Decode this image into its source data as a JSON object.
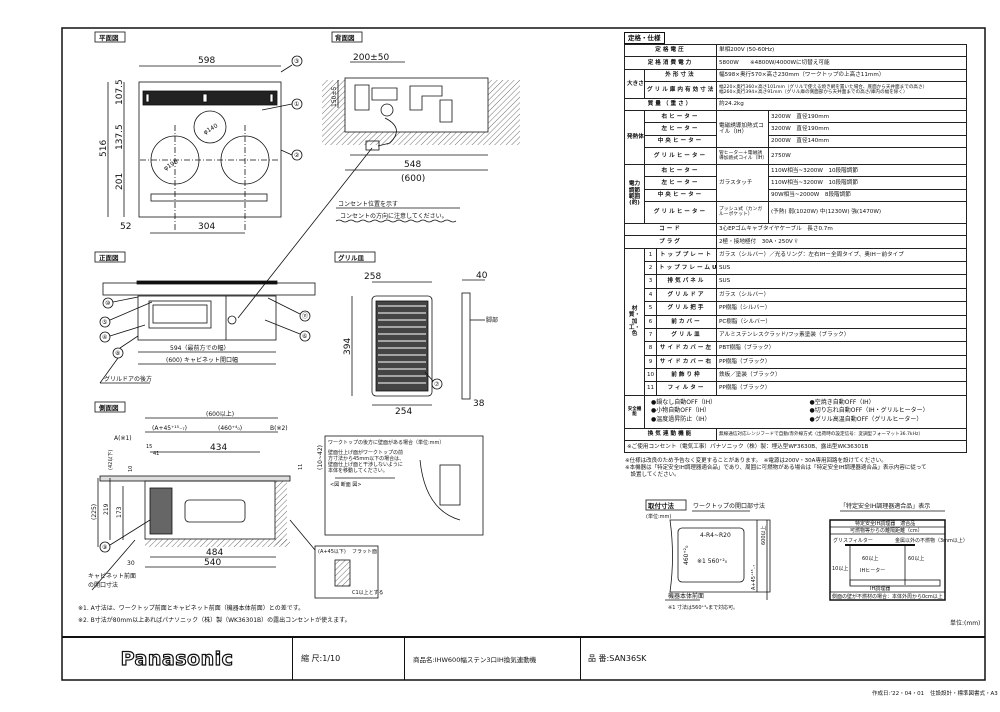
{
  "views": {
    "plan": {
      "title": "平面図",
      "dims": [
        "598",
        "516",
        "107.5",
        "137.5",
        "201",
        "52",
        "304",
        "φ140",
        "φ190"
      ],
      "callouts": [
        "③",
        "①",
        "②"
      ]
    },
    "back": {
      "title": "背面図",
      "dims": [
        "200±50",
        "150±5",
        "548",
        "(600)"
      ],
      "note1": "コンセント位置を示す",
      "note2": "コンセントの方向に注意してください。"
    },
    "front": {
      "title": "正面図",
      "dim1": "594（最前方での幅）",
      "dim2": "(600) キャビネット開口幅",
      "note": "グリルドアの後方",
      "callouts": [
        "⑩",
        "⑤",
        "④",
        "⑧",
        "⑪",
        "⑥"
      ]
    },
    "grill": {
      "title": "グリル皿",
      "dims": [
        "258",
        "40",
        "394",
        "254",
        "38"
      ],
      "part": "脚部",
      "callout": "⑦"
    },
    "side": {
      "title": "側面図",
      "dims": [
        "(600以上)",
        "(A+45⁺¹⁵₋₇)",
        "(460⁺⁴₀)",
        "B(※2)",
        "A(※1)",
        "15",
        "41",
        "434",
        "10",
        "(42以下)",
        "(10~42)",
        "11",
        "(225)",
        "219",
        "173",
        "484",
        "540",
        "30"
      ],
      "callout": "⑨",
      "note1": "キャビネット前面",
      "note2": "の開口寸法"
    },
    "worktop_box": {
      "title": "ワークトップの後方に壁面がある場合（単位:mm）",
      "text1": "壁面仕上げ面がワークトップの前",
      "text2": "方寸法から45mm以下の場合は、",
      "text3": "壁面仕上げ面と干渉しないように",
      "text4": "本体を移動してください。",
      "sub": "<図 断面 図>"
    },
    "detail_box": {
      "label1": "(A+45以下)",
      "label2": "フラット面",
      "label3": "C1以上とする"
    }
  },
  "spec": {
    "title": "定格・仕様",
    "rated_voltage": {
      "label": "定格電圧",
      "value": "単相200V (50-60Hz)"
    },
    "rated_power": {
      "label": "定格消費電力",
      "value": "5800W　　※4800W/4000Wに切替え可能"
    },
    "size": {
      "group": "大きさ(約)",
      "outer_label": "外形寸法",
      "outer": "幅598×奥行570×高さ230mm（ワークトップの上高さ11mm）",
      "grill_label": "グリル庫内有効寸法",
      "grill1": "幅220×奥行360×高さ101mm（グリルで使える焼き網を置いた場合、底面から天井面までの高さ）",
      "grill2": "幅260×奥行394×高さ91mm（グリル庫の側面部から天井面までの高さ/庫内の幅を除く）"
    },
    "mass": {
      "label": "質量（重さ）",
      "value": "約24.2kg"
    },
    "heater": {
      "group": "発熱体",
      "coil": "電磁誘導加熱式コイル（IH）",
      "grill_type": "管ヒーター＋電磁誘導加熱式コイル（IH）",
      "rows": [
        {
          "label": "右ヒーター",
          "value": "3200W　直径190mm"
        },
        {
          "label": "左ヒーター",
          "value": "3200W　直径190mm"
        },
        {
          "label": "中央ヒーター",
          "value": "2000W　直径140mm"
        },
        {
          "label": "グリルヒーター",
          "value": "2750W"
        }
      ]
    },
    "power_range": {
      "group": "電力調節範囲(約)",
      "touch": "ガラスタッチ",
      "push": "プッシュ式（カンガルーポケット）",
      "rows": [
        {
          "label": "右ヒーター",
          "value": "110W相当~3200W　10段階調節"
        },
        {
          "label": "左ヒーター",
          "value": "110W相当~3200W　10段階調節"
        },
        {
          "label": "中央ヒーター",
          "value": "90W相当~2000W　8段階調節"
        },
        {
          "label": "グリルヒーター",
          "value": "(予熱) 弱(1020W) 中(1230W) 強(1470W)"
        }
      ]
    },
    "cord": {
      "label": "コード",
      "value": "3心EPゴムキャブタイヤケーブル　長さ0.7m"
    },
    "plug": {
      "label": "プラグ",
      "value": "2極・接地極付　30A・250V"
    },
    "materials_group": "材質・加工・色",
    "materials": [
      {
        "no": "1",
        "part": "トッププレート",
        "value": "ガラス（シルバー）／光るリング：左右IH－全周タイプ、奥IH－前タイプ"
      },
      {
        "no": "2",
        "part": "トップフレームU",
        "value": "SUS"
      },
      {
        "no": "3",
        "part": "排気パネル",
        "value": "SUS"
      },
      {
        "no": "4",
        "part": "グリルドア",
        "value": "ガラス（シルバー）"
      },
      {
        "no": "5",
        "part": "グリル把手",
        "value": "PP樹脂（シルバー）"
      },
      {
        "no": "6",
        "part": "前カバー",
        "value": "PC樹脂（シルバー）"
      },
      {
        "no": "7",
        "part": "グリル皿",
        "value": "アルミステンレスクラッド/フッ素塗装（ブラック）"
      },
      {
        "no": "8",
        "part": "サイドカバー左",
        "value": "PBT樹脂（ブラック）"
      },
      {
        "no": "9",
        "part": "サイドカバー右",
        "value": "PP樹脂（ブラック）"
      },
      {
        "no": "10",
        "part": "前飾り枠",
        "value": "鉄板／塗装（ブラック）"
      },
      {
        "no": "11",
        "part": "フィルター",
        "value": "PP樹脂（ブラック）"
      }
    ],
    "safety": {
      "group": "安全機能",
      "items": [
        "●鍋なし自動OFF（IH）",
        "●空焼き自動OFF（IH）",
        "●小物自動OFF（IH）",
        "●切り忘れ自動OFF（IH・グリルヒーター）",
        "●温度過昇防止（IH）",
        "●グリル高温自動OFF（グリルヒーター）"
      ]
    },
    "vent_link": {
      "label": "換気連動機能",
      "value": "無線通信対応レンジフードで自動/赤外線方式（出荷時の設定信号：変調型フォーマット36.7kHz）"
    },
    "outlet": "※ご使用コンセント（電気工事）パナソニック（株）製：埋込型WF3630B、露出型WK36301B"
  },
  "spec_notes": [
    "※仕様は改良のため予告なく変更することがあります。　※電源は200V・30A専用回路を設けてください。",
    "※本機器は「特定安全IH調理器適合品」であり、周囲に可燃物がある場合は「特定安全IH調理器適合品」表示内容に従って",
    "　設置してください。"
  ],
  "mounting": {
    "title": "取付寸法",
    "subtitle": "ワークトップの開口部寸法",
    "unit": "(単位:mm)",
    "r": "4-R4~R20",
    "d1": "460⁺²₀",
    "d2": "※1 560⁺²₀",
    "d3": "A+45⁺¹⁵₋₇",
    "d4": "600以上",
    "front": "機器本体前面",
    "note": "※1 寸法は560⁺⁴₀まで対応可。"
  },
  "safety_label": {
    "title": "「特定安全IH調理器適合品」表示",
    "line1": "特定安全IH調理器　適合品",
    "line2": "可燃物等からの離隔距離（cm）",
    "filter": "グリスフィルター",
    "gap": "金属以外の不燃物（3mm以上）",
    "h1": "60以上",
    "h2": "60以上",
    "side": "10以上",
    "ih": "IHヒーター",
    "unit": "IH調理器",
    "bottom": "側面の壁が不燃材の場合：本体外周から0cm以上"
  },
  "unit_label": "単位:(mm)",
  "notes": [
    "※1. A寸法は、ワークトップ前面とキャビネット前面（機器本体前面）との差です。",
    "※2. B寸法が80mm以上あればパナソニック（株）製（WK36301B）の露出コンセントが使えます。"
  ],
  "title_block": {
    "brand": "Panasonic",
    "scale": "縮 尺:1/10",
    "product": "商品名:IHW600幅ステン3口IH換気連動機",
    "model": "品 番:SAN36SK"
  },
  "footer": {
    "date": "作成日:’22・04・01",
    "format": "住設設計・標準図書式・A3"
  }
}
